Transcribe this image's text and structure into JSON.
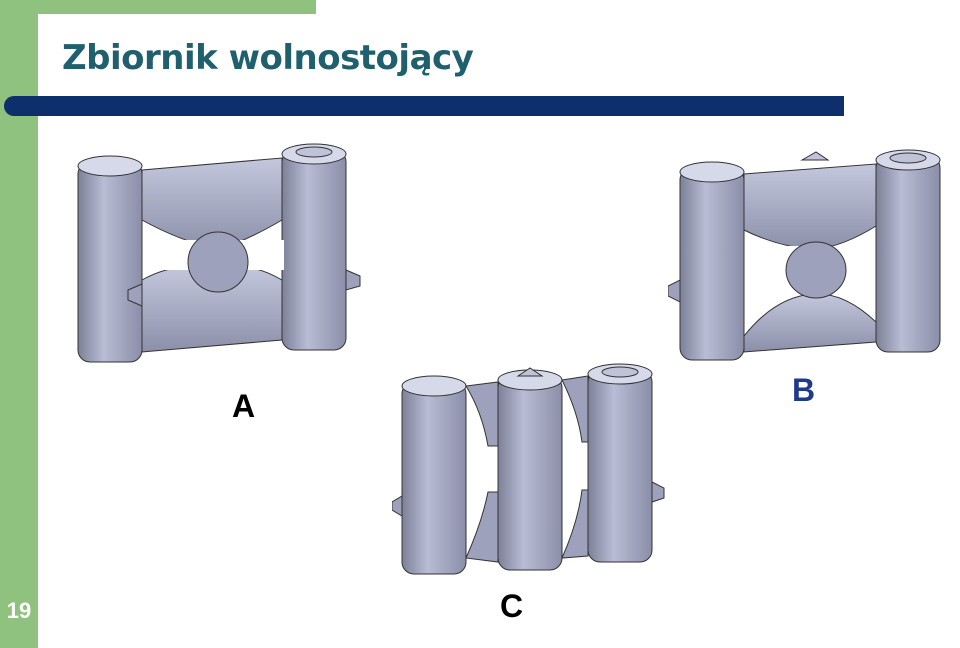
{
  "slide": {
    "title": "Zbiornik wolnostojący",
    "number": "19"
  },
  "figures": [
    {
      "label": "A"
    },
    {
      "label": "B"
    },
    {
      "label": "C"
    }
  ],
  "colors": {
    "accent_green": "#8fc17f",
    "title_color": "#1f5f6e",
    "rule_color": "#0d2f6b",
    "tank_fill": "#a4a8c2"
  }
}
